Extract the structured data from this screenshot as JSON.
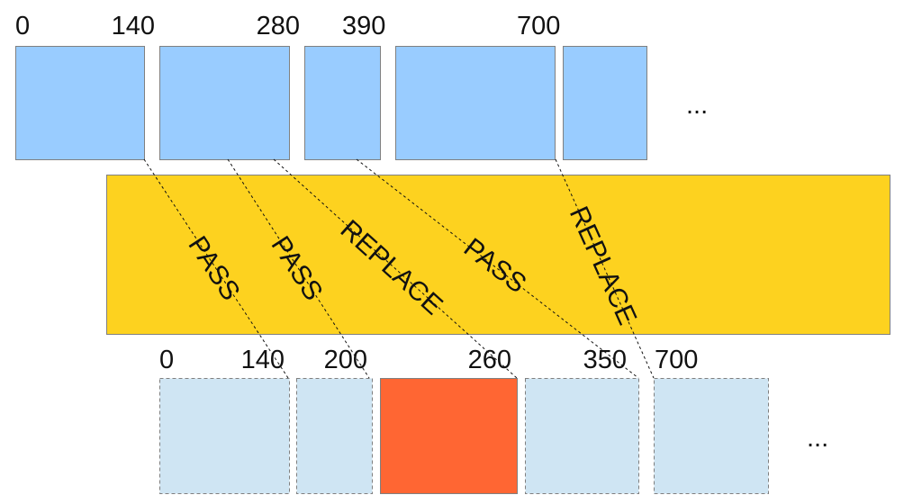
{
  "colors": {
    "top_block": "#99ccff",
    "stream": "#fdd21f",
    "bottom_block": "#cfe5f3",
    "replaced_block": "#ff6633"
  },
  "top_offsets": [
    "0",
    "140",
    "280",
    "390",
    "700"
  ],
  "top_ellipsis": "...",
  "bottom_offsets": [
    "0",
    "140",
    "200",
    "260",
    "350",
    "700"
  ],
  "bottom_ellipsis": "...",
  "actions": [
    "PASS",
    "PASS",
    "REPLACE",
    "PASS",
    "REPLACE"
  ]
}
